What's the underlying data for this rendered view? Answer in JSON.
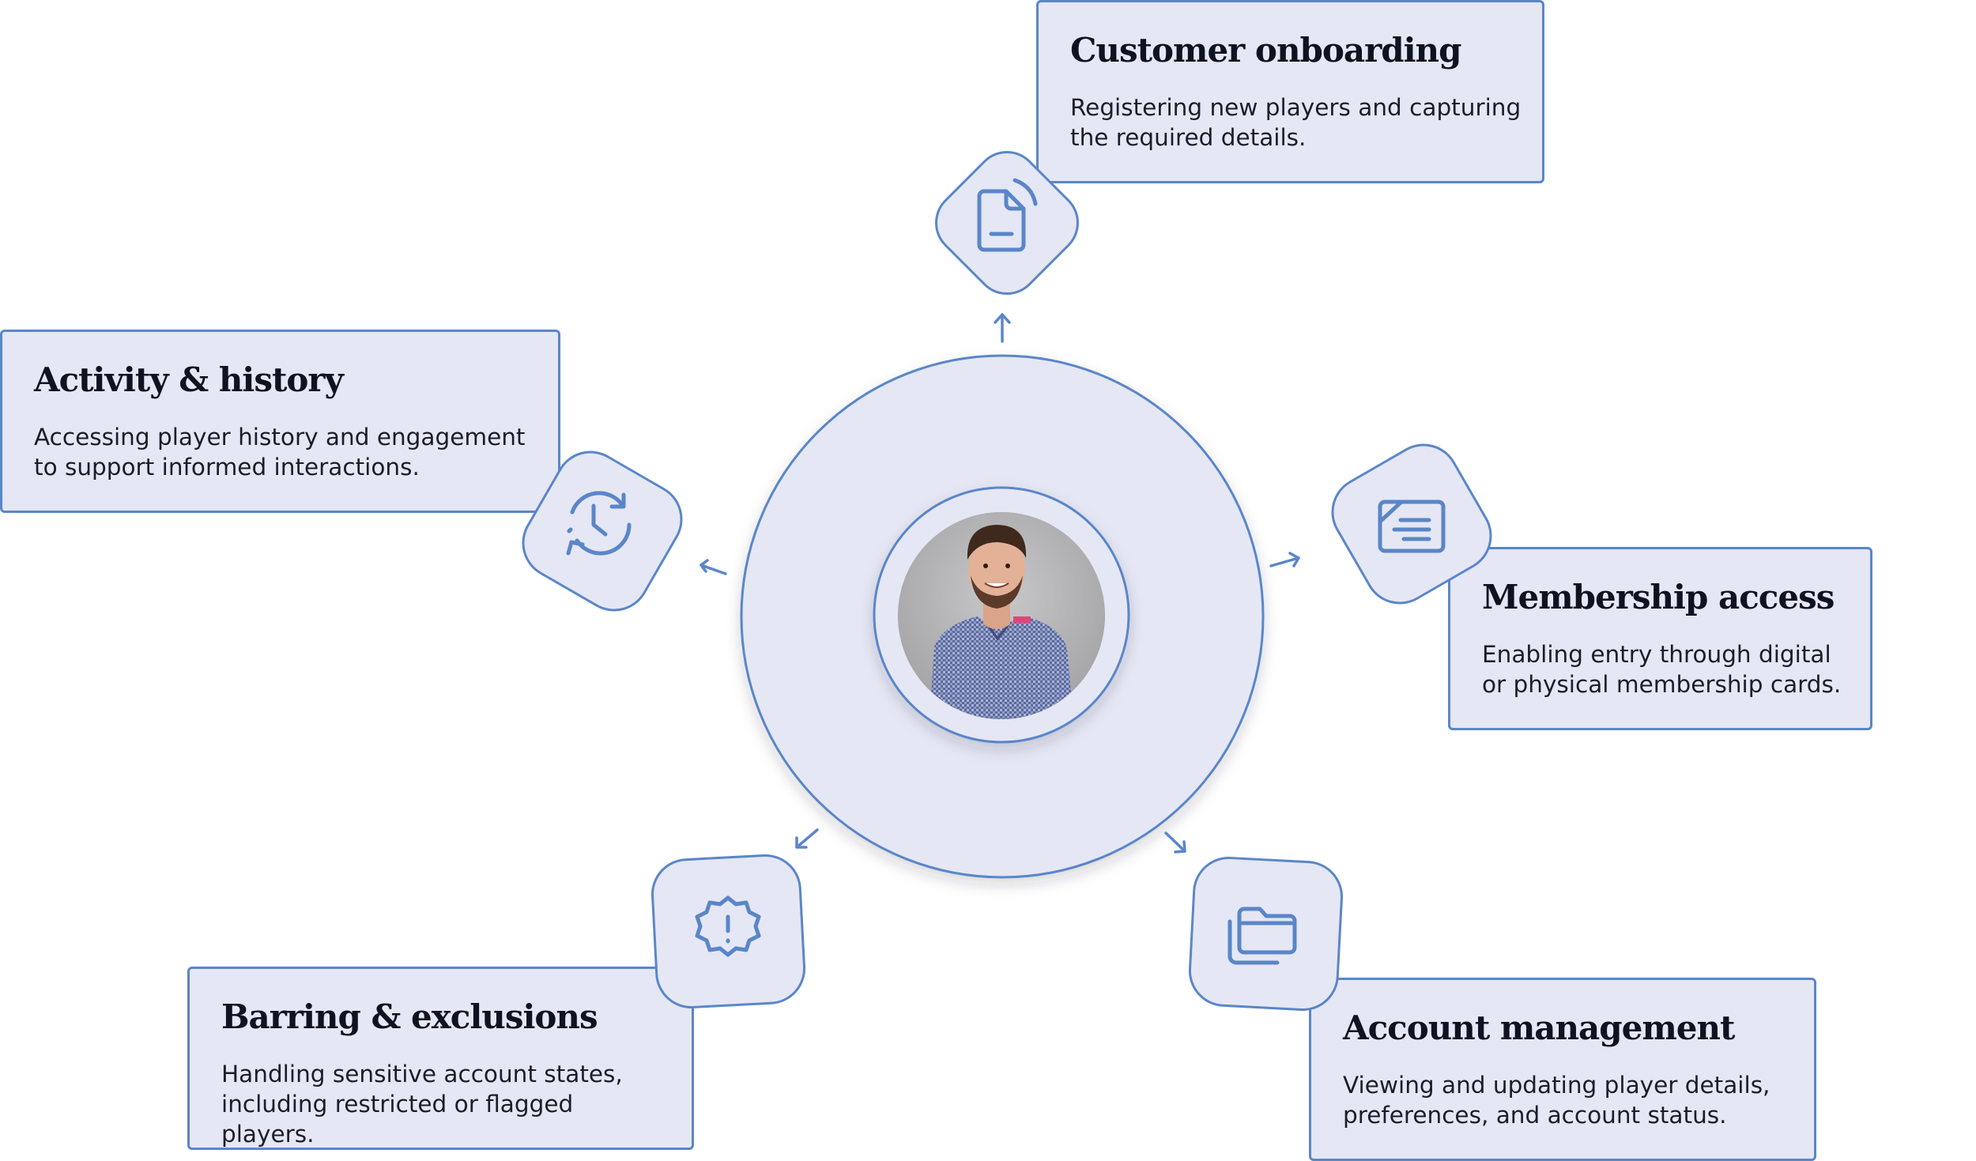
{
  "nodes": [
    {
      "id": "customer-onboarding",
      "title": "Customer onboarding",
      "description": "Registering new players and capturing the required details.",
      "icon": "document-icon"
    },
    {
      "id": "activity-history",
      "title": "Activity & history",
      "description": "Accessing player history and engagement to support informed interactions.",
      "icon": "history-clock-icon"
    },
    {
      "id": "membership-access",
      "title": "Membership access",
      "description": "Enabling entry through digital or physical membership cards.",
      "icon": "membership-card-icon"
    },
    {
      "id": "barring-exclusions",
      "title": "Barring & exclusions",
      "description": "Handling sensitive account states, including restricted or flagged players.",
      "icon": "alert-badge-icon"
    },
    {
      "id": "account-management",
      "title": "Account management",
      "description": "Viewing and updating player details, preferences, and account status.",
      "icon": "folders-icon"
    }
  ],
  "center": {
    "image": "staff-member-portrait"
  },
  "colors": {
    "accent": "#5a86c9",
    "fill": "#e5e7f4",
    "text": "#0f1220"
  }
}
